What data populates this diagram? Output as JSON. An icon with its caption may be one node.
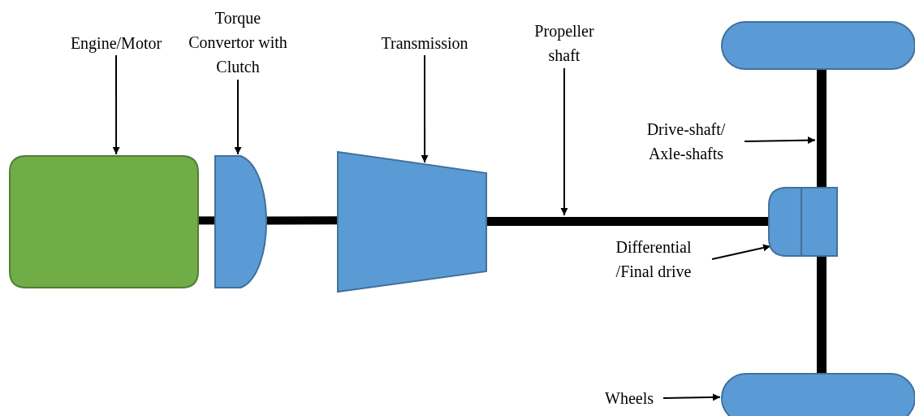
{
  "diagram": {
    "nodes": [
      {
        "text": [
          "Engine/Motor"
        ]
      },
      {
        "text": [],
        "shape": "box"
      },
      {
        "text": [
          "Torque Convertor with Clutch"
        ]
      },
      {
        "text": [],
        "shape": "box"
      },
      {
        "text": [
          "Transmission"
        ]
      },
      {
        "text": [],
        "shape": "trapezoid"
      },
      {
        "text": [
          "Propeller shaft"
        ]
      },
      {
        "text": [],
        "shape": "bar"
      },
      {
        "text": [
          "Drive-shaft/ Axle-shafts"
        ]
      },
      {
        "text": [],
        "shape": "bar"
      },
      {
        "text": [
          "Differential /Final drive"
        ]
      },
      {
        "text": [],
        "shape": "box"
      },
      {
        "text": [
          "Wheels"
        ]
      },
      {
        "text": [],
        "shape": "box"
      },
      {
        "text": [],
        "shape": "box"
      },
      {
        "text": [],
        "shape": "bar"
      }
    ],
    "edges": [
      {
        "from": 0,
        "to": 1,
        "arrow": "to"
      },
      {
        "from": 2,
        "to": 3,
        "arrow": "to"
      },
      {
        "from": 4,
        "to": 5,
        "arrow": "to"
      },
      {
        "from": 6,
        "to": 7,
        "arrow": "to"
      },
      {
        "from": 8,
        "to": 9,
        "arrow": "to"
      },
      {
        "from": 10,
        "to": 11,
        "arrow": "to"
      },
      {
        "from": 12,
        "to": 14,
        "arrow": "to"
      },
      {
        "from": 1,
        "to": 3,
        "arrow": "none",
        "style": "thick"
      },
      {
        "from": 3,
        "to": 5,
        "arrow": "none",
        "style": "thick"
      }
    ]
  }
}
